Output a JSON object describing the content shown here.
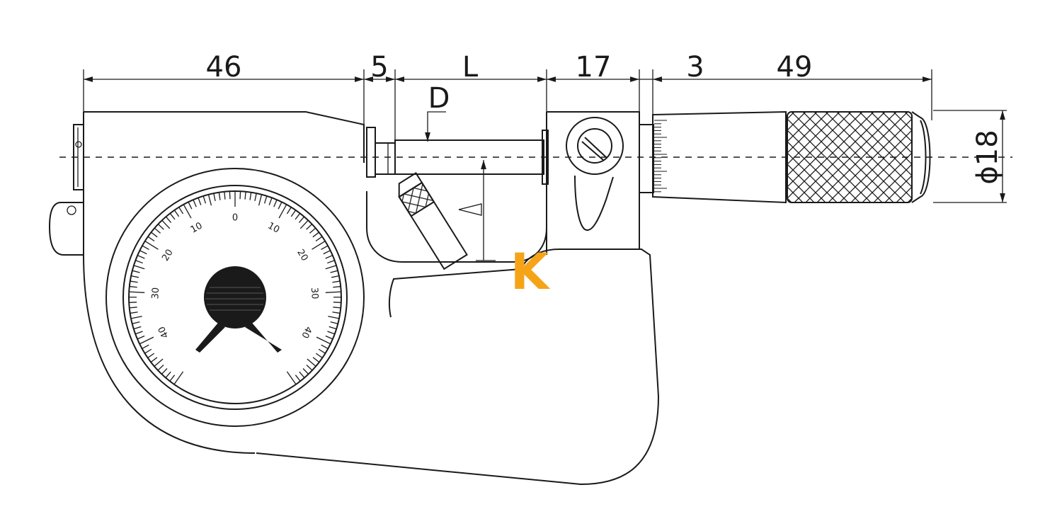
{
  "dimensions": {
    "d46": "46",
    "d5": "5",
    "dL": "L",
    "d17": "17",
    "d3": "3",
    "d49": "49",
    "dD": "D",
    "dDia": "ϕ18"
  },
  "dial": {
    "labels": [
      "0",
      "10",
      "10",
      "20",
      "20",
      "30",
      "30",
      "40",
      "40"
    ]
  },
  "logo": {
    "letter": "K",
    "color": "#f5a418"
  },
  "colors": {
    "line": "#1a1a1a",
    "background": "#ffffff"
  }
}
